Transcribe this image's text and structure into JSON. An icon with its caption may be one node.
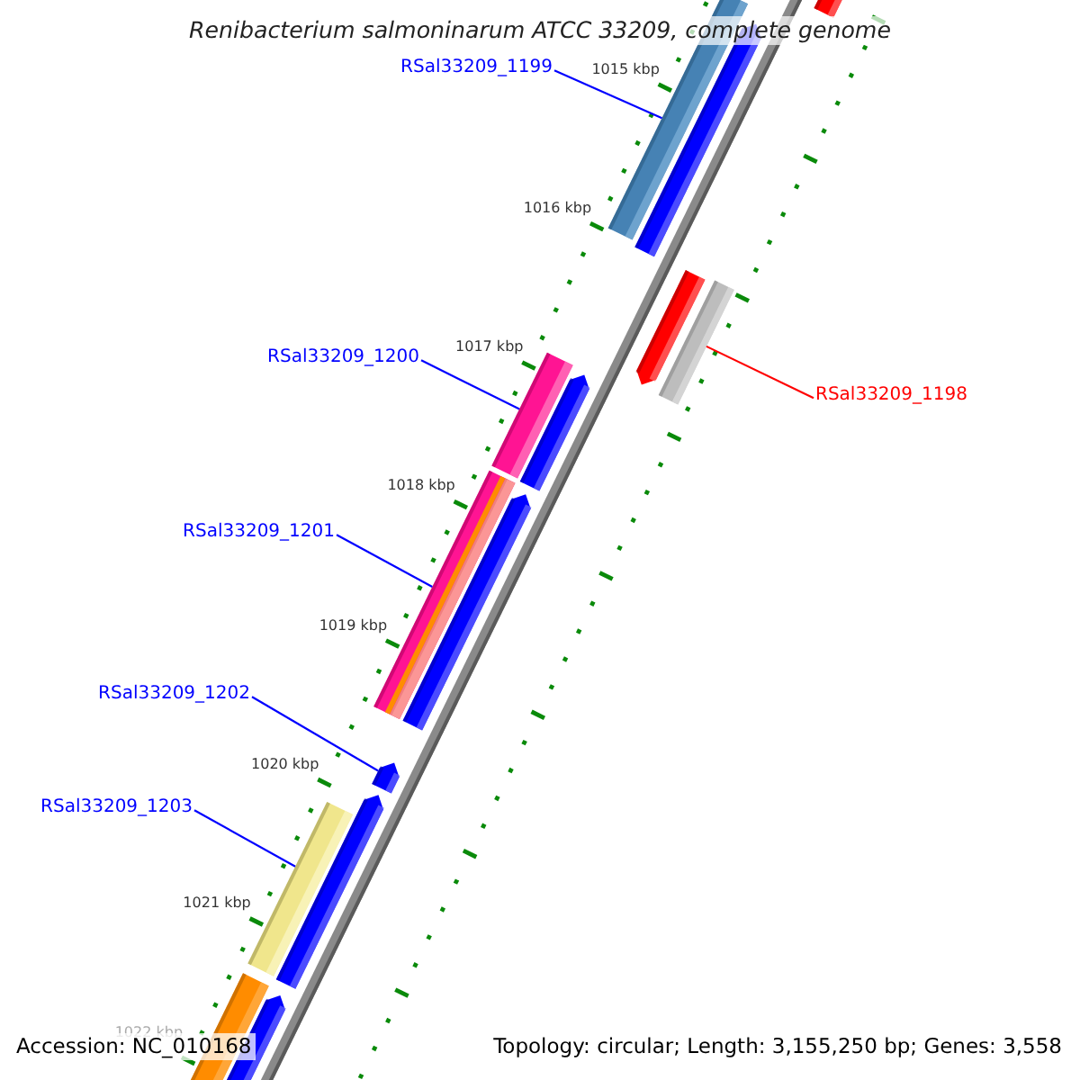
{
  "diagram": {
    "title": "Renibacterium salmoninarum ATCC 33209, complete genome",
    "nodes": [
      {
        "text": [
          "RSal33209_1199"
        ]
      },
      {
        "text": [
          "RSal33209_1198"
        ]
      },
      {
        "text": [
          "RSal33209_1200"
        ]
      },
      {
        "text": [
          "RSal33209_1201"
        ]
      },
      {
        "text": [
          "RSal33209_1202"
        ]
      },
      {
        "text": [
          "RSal33209_1203"
        ]
      },
      {
        "text": [],
        "shape": "bar"
      },
      {
        "text": [],
        "shape": "bar"
      },
      {
        "text": [],
        "shape": "bar"
      },
      {
        "text": [],
        "shape": "bar"
      },
      {
        "text": [],
        "shape": "bar"
      },
      {
        "text": [],
        "shape": "bar"
      }
    ],
    "edges": [
      {
        "from": 0,
        "to": 6,
        "arrow": "none"
      },
      {
        "from": 1,
        "to": 7,
        "arrow": "none",
        "color": "#ff0000"
      },
      {
        "from": 2,
        "to": 8,
        "arrow": "none"
      },
      {
        "from": 3,
        "to": 9,
        "arrow": "none"
      },
      {
        "from": 4,
        "to": 10,
        "arrow": "none"
      },
      {
        "from": 5,
        "to": 11,
        "arrow": "none"
      }
    ],
    "labels": [
      "1015 kbp",
      "1016 kbp",
      "1017 kbp",
      "1018 kbp",
      "1019 kbp",
      "1020 kbp",
      "1021 kbp",
      "1022 kbp",
      "Accession: NC_010168",
      "Topology: circular; Length: 3,155,250 bp; Genes: 3,558"
    ]
  }
}
